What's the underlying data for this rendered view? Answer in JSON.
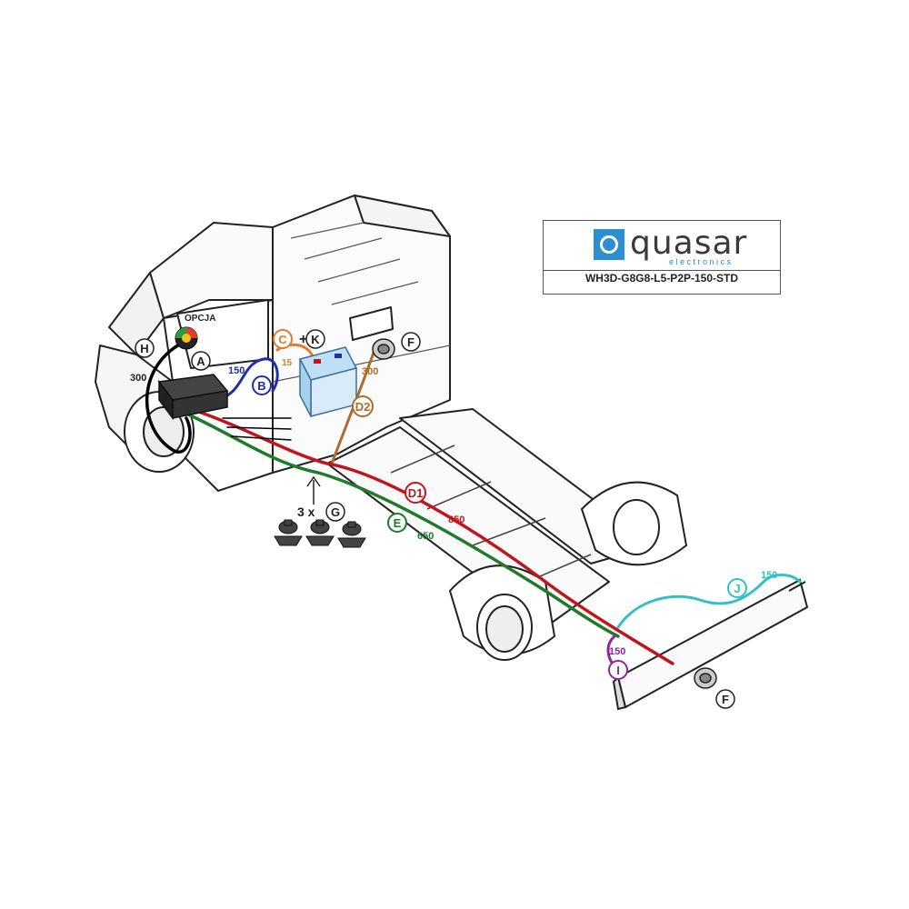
{
  "brand": {
    "name": "quasar",
    "tagline": "electronics",
    "mark_color": "#2b8fd0",
    "product_code": "WH3D-G8G8-L5-P2P-150-STD"
  },
  "labels": {
    "opcja": "OPCJA",
    "plus": "+",
    "times": "3 x"
  },
  "callouts": {
    "A": "A",
    "B": "B",
    "C": "C",
    "K": "K",
    "F": "F",
    "H": "H",
    "D1": "D1",
    "D2": "D2",
    "E": "E",
    "G": "G",
    "I": "I",
    "J": "J",
    "F2": "F"
  },
  "lengths": {
    "h": "300",
    "b": "150",
    "c": "15",
    "d2": "300",
    "d1": "850",
    "e": "650",
    "j": "150",
    "i": "150"
  },
  "colors": {
    "A": "#000000",
    "B": "#1f2fa8",
    "C": "#e07b2a",
    "D": "#b06a2a",
    "D1": "#c0151b",
    "E": "#1f7a2a",
    "I": "#8a2a96",
    "J": "#30c0c8",
    "H": "#000000"
  }
}
